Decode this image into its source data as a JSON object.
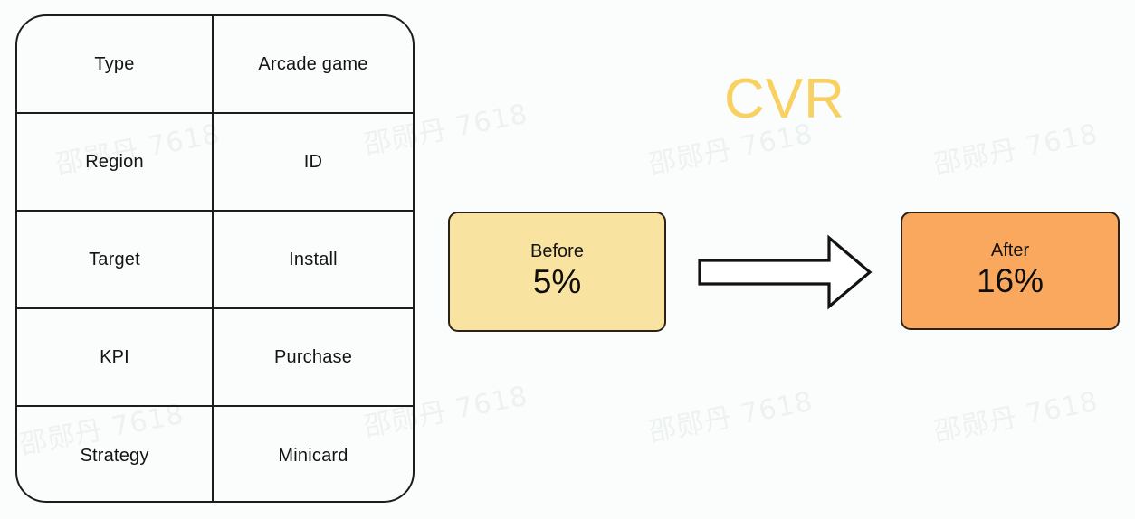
{
  "background_color": "#fbfdfd",
  "watermark": {
    "text": "邵郧丹 7618",
    "color": "#eef1f1",
    "rotation_deg": -11
  },
  "spec_table": {
    "name": "campaign-spec-table",
    "border_color": "#1c1c1c",
    "rows": [
      {
        "key": "Type",
        "value": "Arcade game"
      },
      {
        "key": "Region",
        "value": "ID"
      },
      {
        "key": "Target",
        "value": "Install"
      },
      {
        "key": "KPI",
        "value": "Purchase"
      },
      {
        "key": "Strategy",
        "value": "Minicard"
      }
    ]
  },
  "cvr_section": {
    "title": "CVR",
    "title_color": "#f8d162",
    "before": {
      "label": "Before",
      "value": "5%",
      "fill": "#f9e3a0"
    },
    "after": {
      "label": "After",
      "value": "16%",
      "fill": "#f9a85e"
    },
    "arrow": {
      "name": "right-arrow-icon",
      "direction": "right",
      "fill": "#ffffff",
      "stroke": "#121212"
    }
  },
  "chart_data": {
    "type": "bar",
    "title": "CVR",
    "categories": [
      "Before",
      "After"
    ],
    "values": [
      5,
      16
    ],
    "value_labels": [
      "5%",
      "16%"
    ],
    "xlabel": "",
    "ylabel": "CVR",
    "unit": "%",
    "ylim": [
      0,
      20
    ],
    "grid": false,
    "legend": "none",
    "annotations": [
      "Before 5% → After 16%"
    ]
  }
}
